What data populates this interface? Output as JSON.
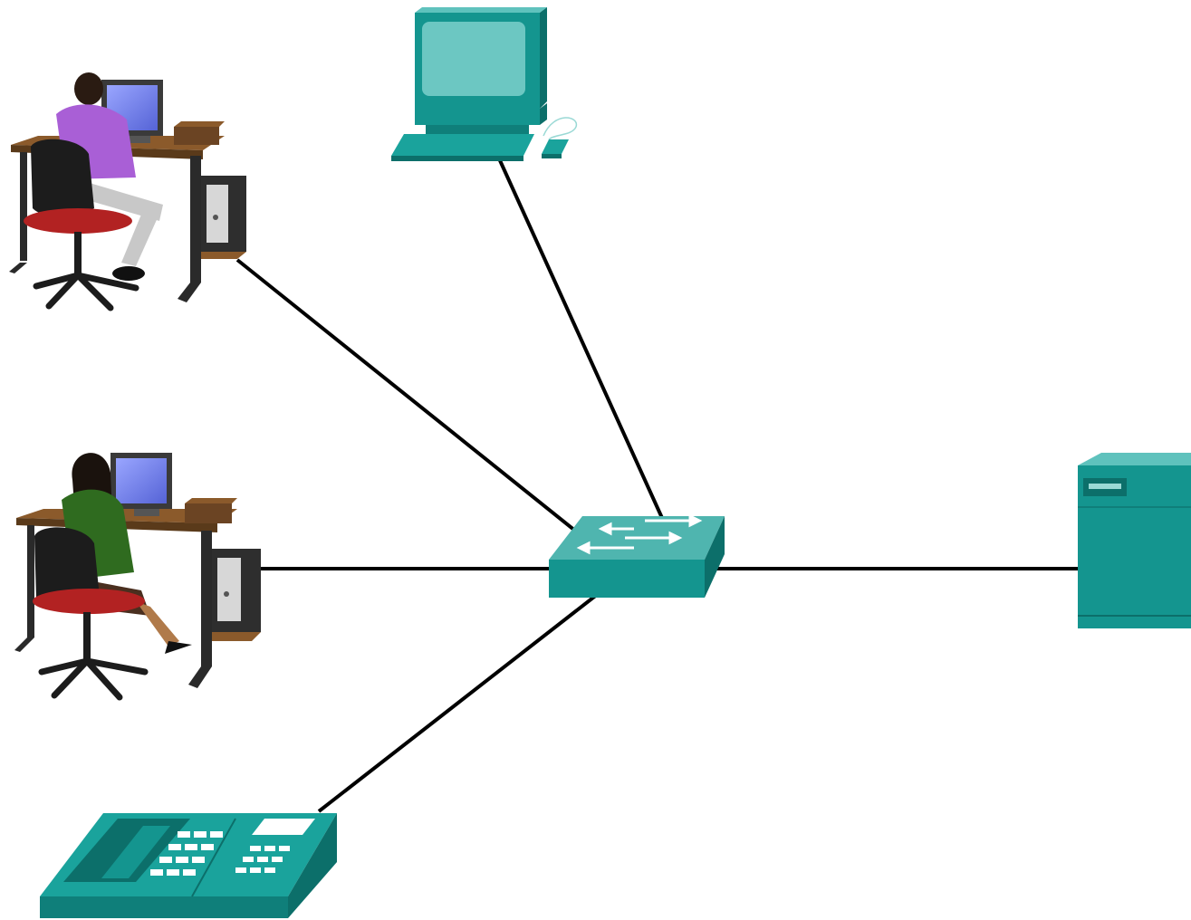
{
  "diagram": {
    "type": "network-topology",
    "hub": "switch",
    "nodes": [
      {
        "id": "switch",
        "icon": "switch-icon"
      },
      {
        "id": "user-1",
        "icon": "user-at-workstation-icon"
      },
      {
        "id": "user-2",
        "icon": "user-at-workstation-icon"
      },
      {
        "id": "pc",
        "icon": "pc-icon"
      },
      {
        "id": "server",
        "icon": "server-icon"
      },
      {
        "id": "ip-phone",
        "icon": "ip-phone-icon"
      }
    ],
    "links": [
      {
        "from": "user-1",
        "to": "switch"
      },
      {
        "from": "pc",
        "to": "switch"
      },
      {
        "from": "user-2",
        "to": "switch"
      },
      {
        "from": "ip-phone",
        "to": "switch"
      },
      {
        "from": "switch",
        "to": "server"
      }
    ],
    "colors": {
      "device_teal": "#14958f",
      "device_teal_light": "#5fc2bd",
      "device_teal_dark": "#0c6f6a",
      "link": "#000000"
    }
  }
}
